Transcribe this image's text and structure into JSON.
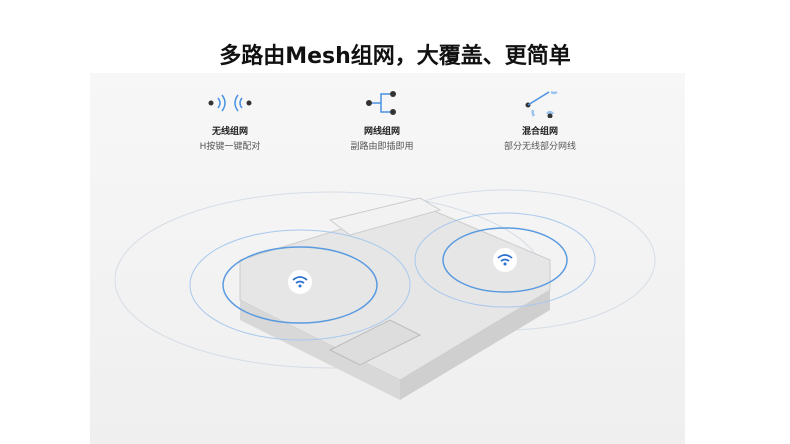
{
  "title": "多路由Mesh组网，大覆盖、更简单",
  "features": [
    {
      "icon": "wireless-icon",
      "name": "无线组网",
      "desc": "H按键一键配对"
    },
    {
      "icon": "wired-network-icon",
      "name": "网线组网",
      "desc": "副路由即插即用"
    },
    {
      "icon": "hybrid-network-icon",
      "name": "混合组网",
      "desc": "部分无线部分网线"
    }
  ],
  "colors": {
    "accent": "#4a90e2",
    "dot": "#333333"
  }
}
